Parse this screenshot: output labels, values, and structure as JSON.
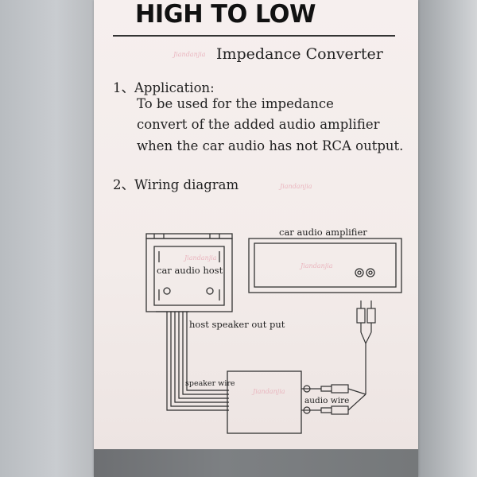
{
  "title": "HIGH TO LOW",
  "subtitle": "Impedance Converter",
  "watermark": "Jiandanjia",
  "section1": {
    "heading": "1、Application:",
    "lines": [
      "To be used for the impedance",
      "convert of the added audio amplifier",
      "when the car audio has not RCA output."
    ]
  },
  "section2": {
    "heading": "2、Wiring diagram"
  },
  "diagram": {
    "amplifier_label": "car audio amplifier",
    "host_label": "car audio host",
    "speaker_out_label": "host speaker out put",
    "speaker_wire_label": "speaker wire",
    "audio_wire_label": "audio wire"
  }
}
